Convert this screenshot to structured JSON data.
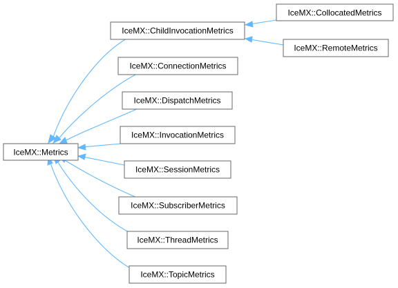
{
  "diagram": {
    "nodes": {
      "metrics": "IceMX::Metrics",
      "child": "IceMX::ChildInvocationMetrics",
      "collocated": "IceMX::CollocatedMetrics",
      "remote": "IceMX::RemoteMetrics",
      "connection": "IceMX::ConnectionMetrics",
      "dispatch": "IceMX::DispatchMetrics",
      "invocation": "IceMX::InvocationMetrics",
      "session": "IceMX::SessionMetrics",
      "subscriber": "IceMX::SubscriberMetrics",
      "thread": "IceMX::ThreadMetrics",
      "topic": "IceMX::TopicMetrics"
    },
    "edge_color": "#63b8ff",
    "node_border_color": "#666666"
  }
}
